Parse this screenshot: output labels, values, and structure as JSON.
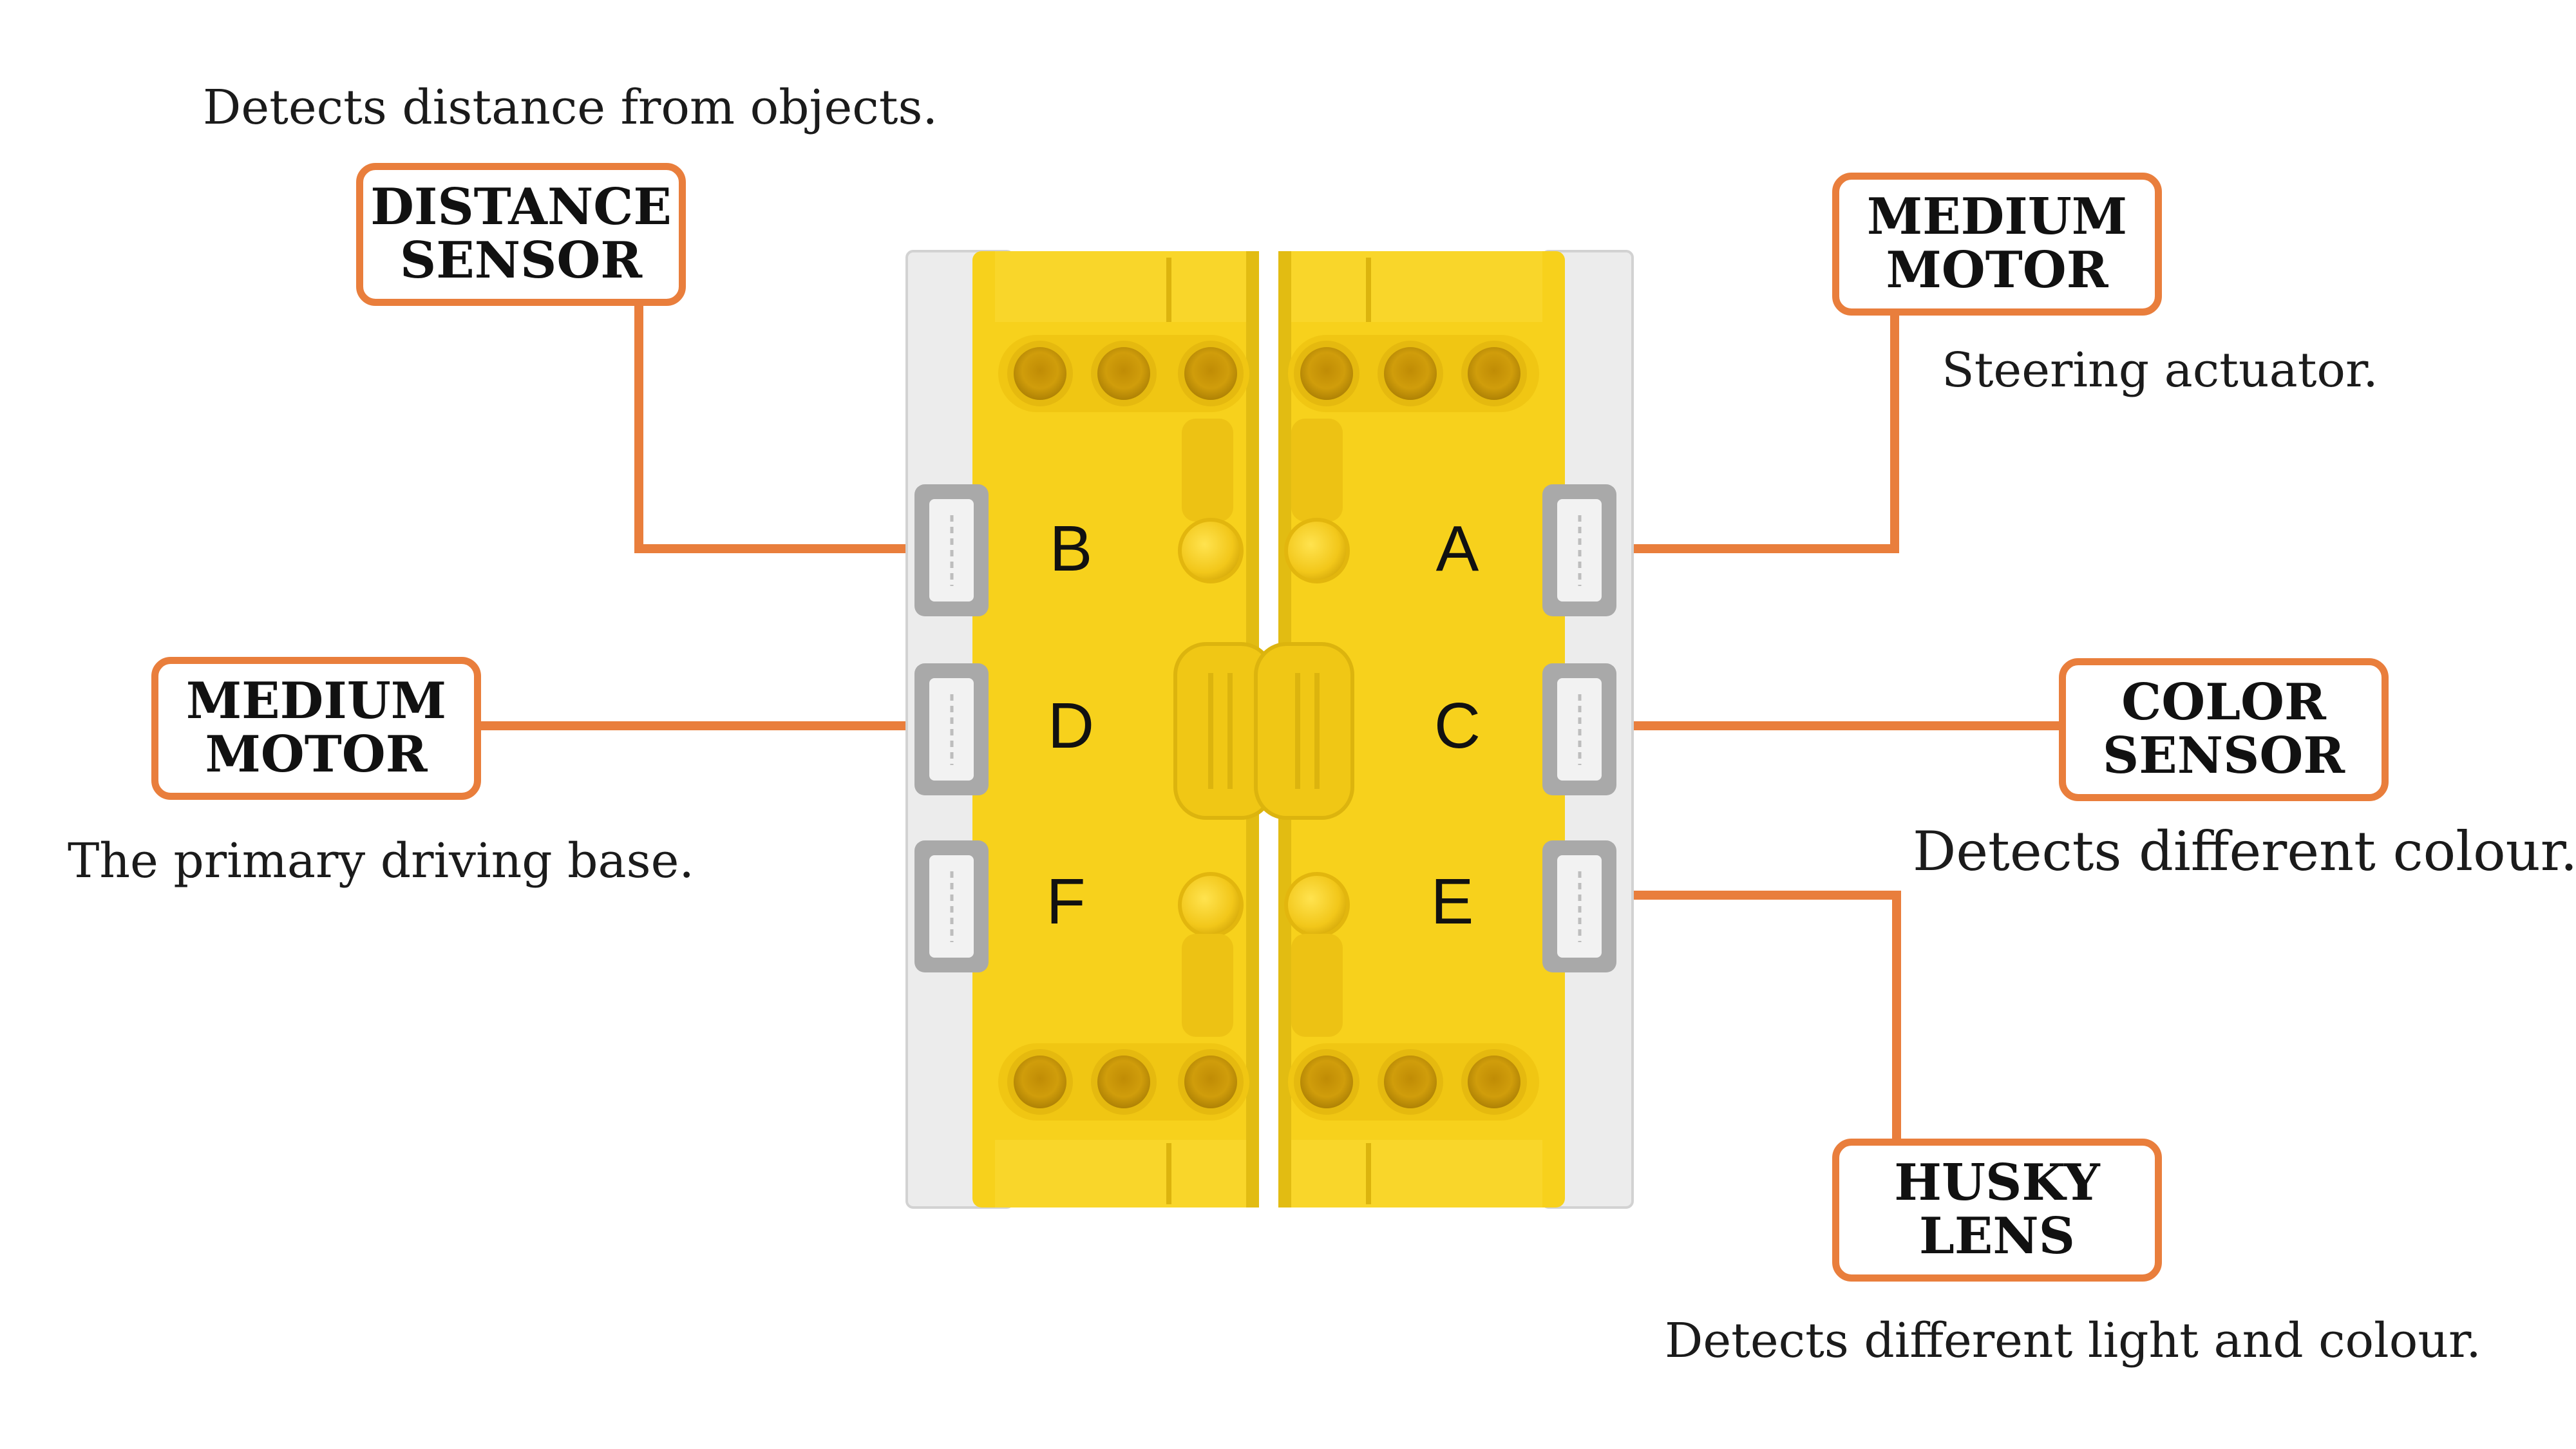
{
  "hub": {
    "ports_left": [
      "B",
      "D",
      "F"
    ],
    "ports_right": [
      "A",
      "C",
      "E"
    ]
  },
  "labels": {
    "distance": {
      "line1": "DISTANCE",
      "line2": "SENSOR",
      "caption": "Detects distance from objects."
    },
    "medium_left": {
      "line1": "MEDIUM",
      "line2": "MOTOR",
      "caption": "The primary driving base."
    },
    "medium_right": {
      "line1": "MEDIUM",
      "line2": "MOTOR",
      "caption": "Steering actuator."
    },
    "color": {
      "line1": "COLOR",
      "line2": "SENSOR",
      "caption": "Detects different colour."
    },
    "husky": {
      "line1": "HUSKY",
      "line2": "LENS",
      "caption": "Detects different light and colour."
    }
  },
  "colors": {
    "accent": "#e97e3c",
    "hub_yellow": "#f7d11c",
    "hub_shadow": "#dcb40e",
    "hub_gray": "#e9e9e9",
    "port_gray": "#a9a9a9"
  }
}
